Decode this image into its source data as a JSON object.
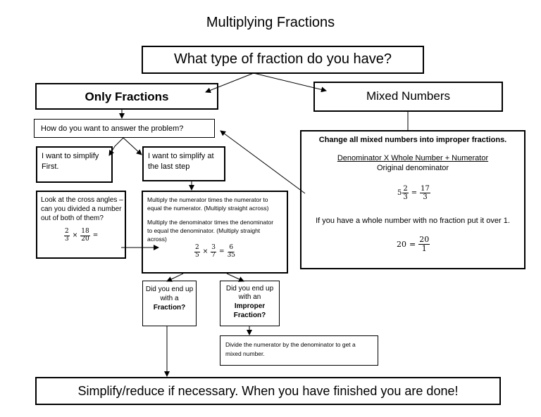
{
  "title": "Multiplying Fractions",
  "question": "What type of fraction do you have?",
  "only_fractions": "Only Fractions",
  "mixed_numbers": "Mixed Numbers",
  "how_answer": "How do you want to answer the problem?",
  "simplify_first": {
    "line1": "I want to simplify",
    "line2": "First."
  },
  "simplify_last": {
    "line1": "I want to simplify at",
    "line2": "the last step"
  },
  "cross_angles": {
    "line1": "Look at the cross angles –",
    "line2": "can you divided a number",
    "line3": "out of both of them?",
    "frac_a": {
      "n": "2",
      "d": "3"
    },
    "op": "×",
    "frac_b": {
      "n": "18",
      "d": "20"
    },
    "eq": "="
  },
  "multiply_across": {
    "line1": "Multiply the numerator times the numerator to",
    "line2": "equal the numerator. (Multiply straight across)",
    "line3": "Multiply the denominator times the denominator",
    "line4": "to equal the denominator. (Multiply straight",
    "line5": "across)",
    "frac_a": {
      "n": "2",
      "d": "5"
    },
    "op": "×",
    "frac_b": {
      "n": "3",
      "d": "7"
    },
    "eq": "=",
    "frac_c": {
      "n": "6",
      "d": "35"
    }
  },
  "mixed_box": {
    "heading": "Change all mixed numbers into improper fractions.",
    "formula_top": "Denominator X Whole Number + Numerator",
    "formula_bottom": "Original denominator",
    "example_whole": "5",
    "example_frac": {
      "n": "2",
      "d": "3"
    },
    "eq": "=",
    "example_result": {
      "n": "17",
      "d": "3"
    },
    "whole_note": "If you have a whole number with no fraction put it over 1.",
    "whole_example": "20",
    "whole_result": {
      "n": "20",
      "d": "1"
    }
  },
  "end_fraction": {
    "line1": "Did you end up",
    "line2": "with a",
    "line3": "Fraction?"
  },
  "end_improper": {
    "line1": "Did you end up",
    "line2": "with an",
    "line3": "Improper",
    "line4": "Fraction?"
  },
  "divide": {
    "line1": "Divide the numerator by the denominator to get a",
    "line2": "mixed number."
  },
  "final": "Simplify/reduce if necessary.  When you have finished you are done!"
}
